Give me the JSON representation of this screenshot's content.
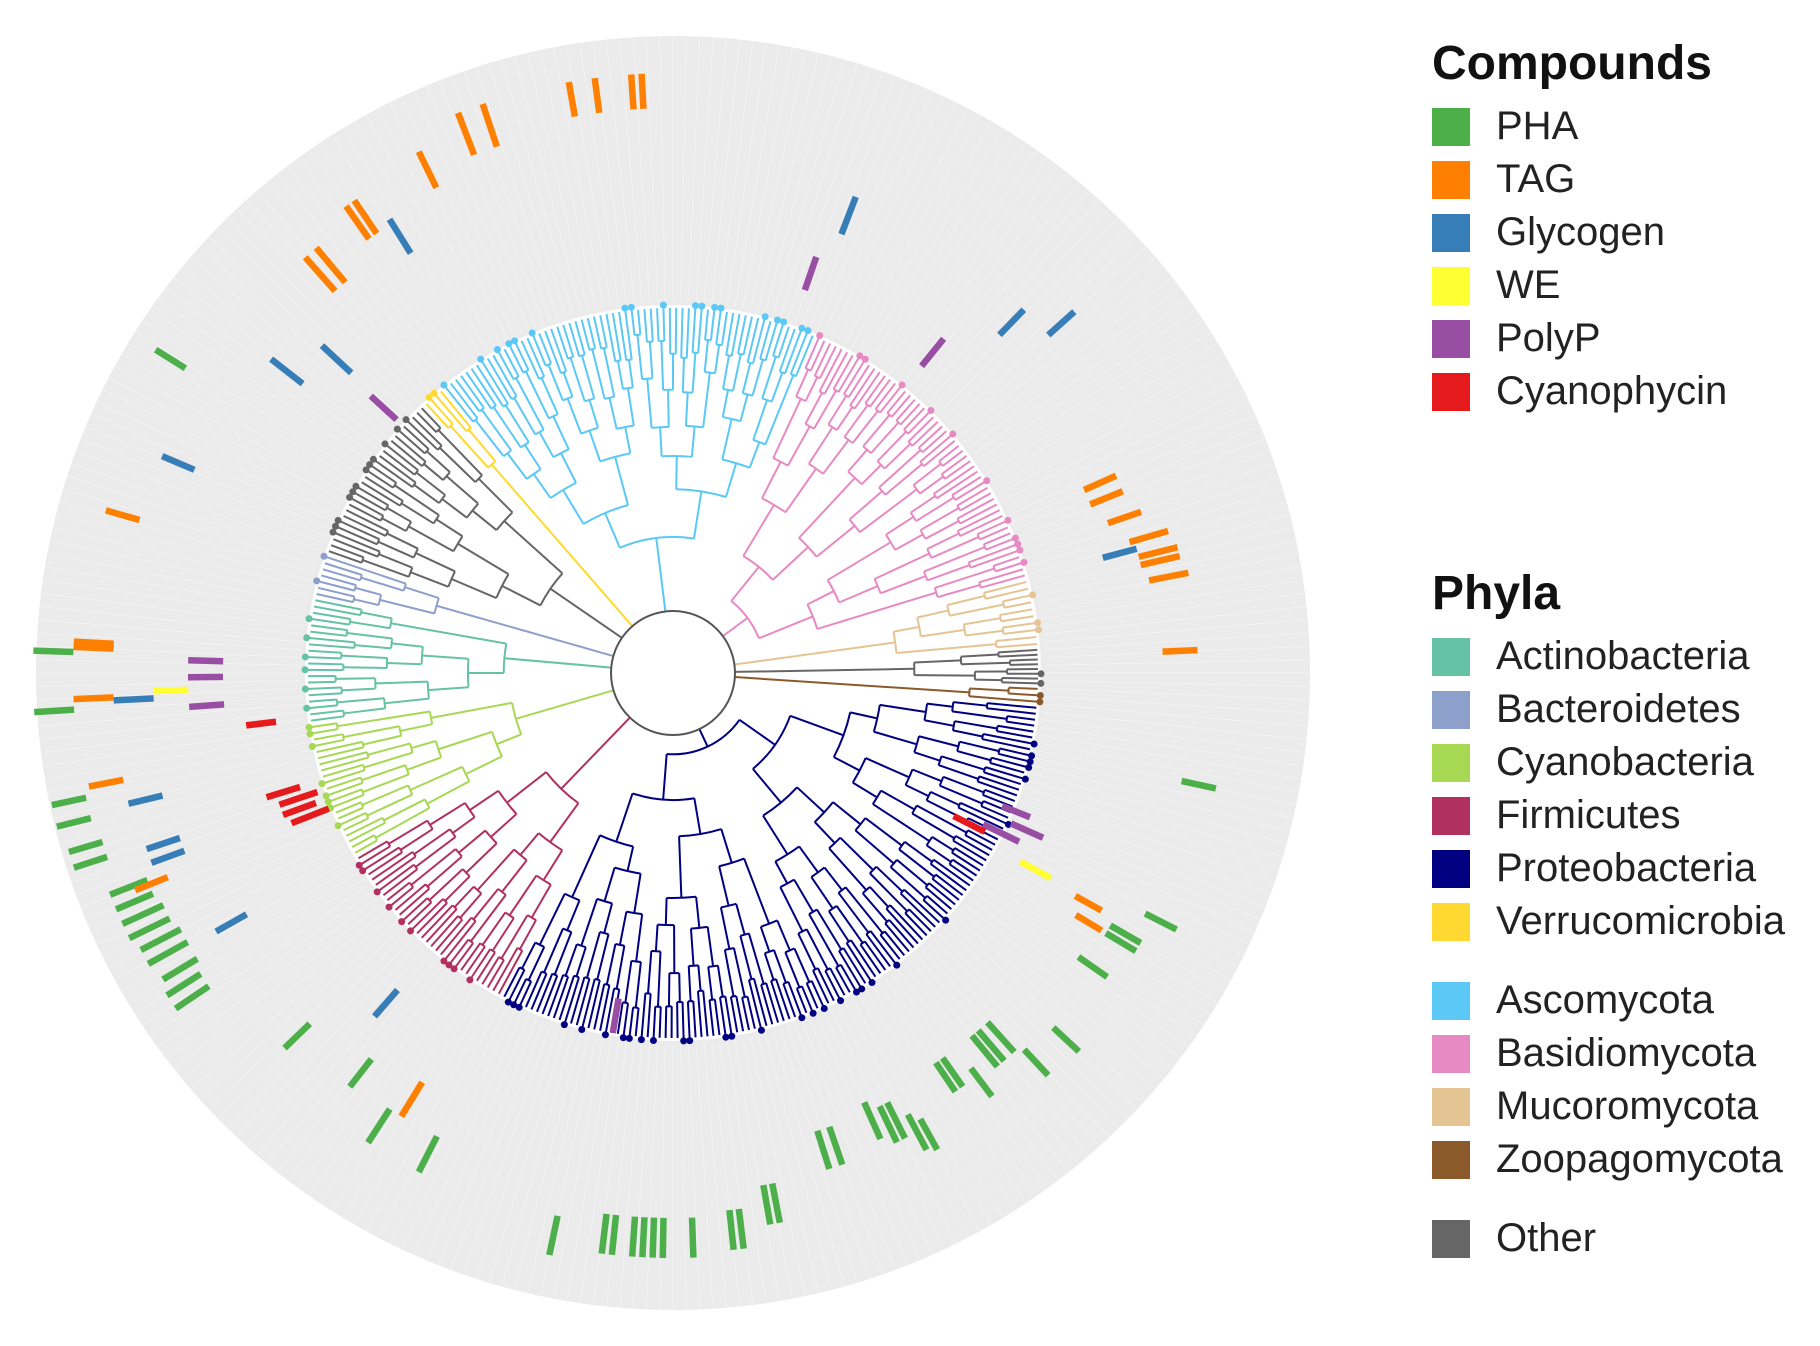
{
  "compounds_legend": {
    "title": "Compounds",
    "items": [
      {
        "label": "PHA",
        "color": "#4daf4a"
      },
      {
        "label": "TAG",
        "color": "#ff7f00"
      },
      {
        "label": "Glycogen",
        "color": "#377eb8"
      },
      {
        "label": "WE",
        "color": "#ffff33"
      },
      {
        "label": "PolyP",
        "color": "#984ea3"
      },
      {
        "label": "Cyanophycin",
        "color": "#e41a1c"
      }
    ]
  },
  "phyla_legend": {
    "title": "Phyla",
    "bacteria": [
      {
        "label": "Actinobacteria",
        "color": "#66c2a5"
      },
      {
        "label": "Bacteroidetes",
        "color": "#8da0cb"
      },
      {
        "label": "Cyanobacteria",
        "color": "#a6d854"
      },
      {
        "label": "Firmicutes",
        "color": "#b03060"
      },
      {
        "label": "Proteobacteria",
        "color": "#000080"
      },
      {
        "label": "Verrucomicrobia",
        "color": "#ffd92f"
      }
    ],
    "fungi": [
      {
        "label": "Ascomycota",
        "color": "#5bc8f5"
      },
      {
        "label": "Basidiomycota",
        "color": "#e78ac3"
      },
      {
        "label": "Mucoromycota",
        "color": "#e5c494"
      },
      {
        "label": "Zoopagomycota",
        "color": "#8b5a2b"
      }
    ],
    "other": [
      {
        "label": "Other",
        "color": "#666666"
      }
    ]
  }
}
